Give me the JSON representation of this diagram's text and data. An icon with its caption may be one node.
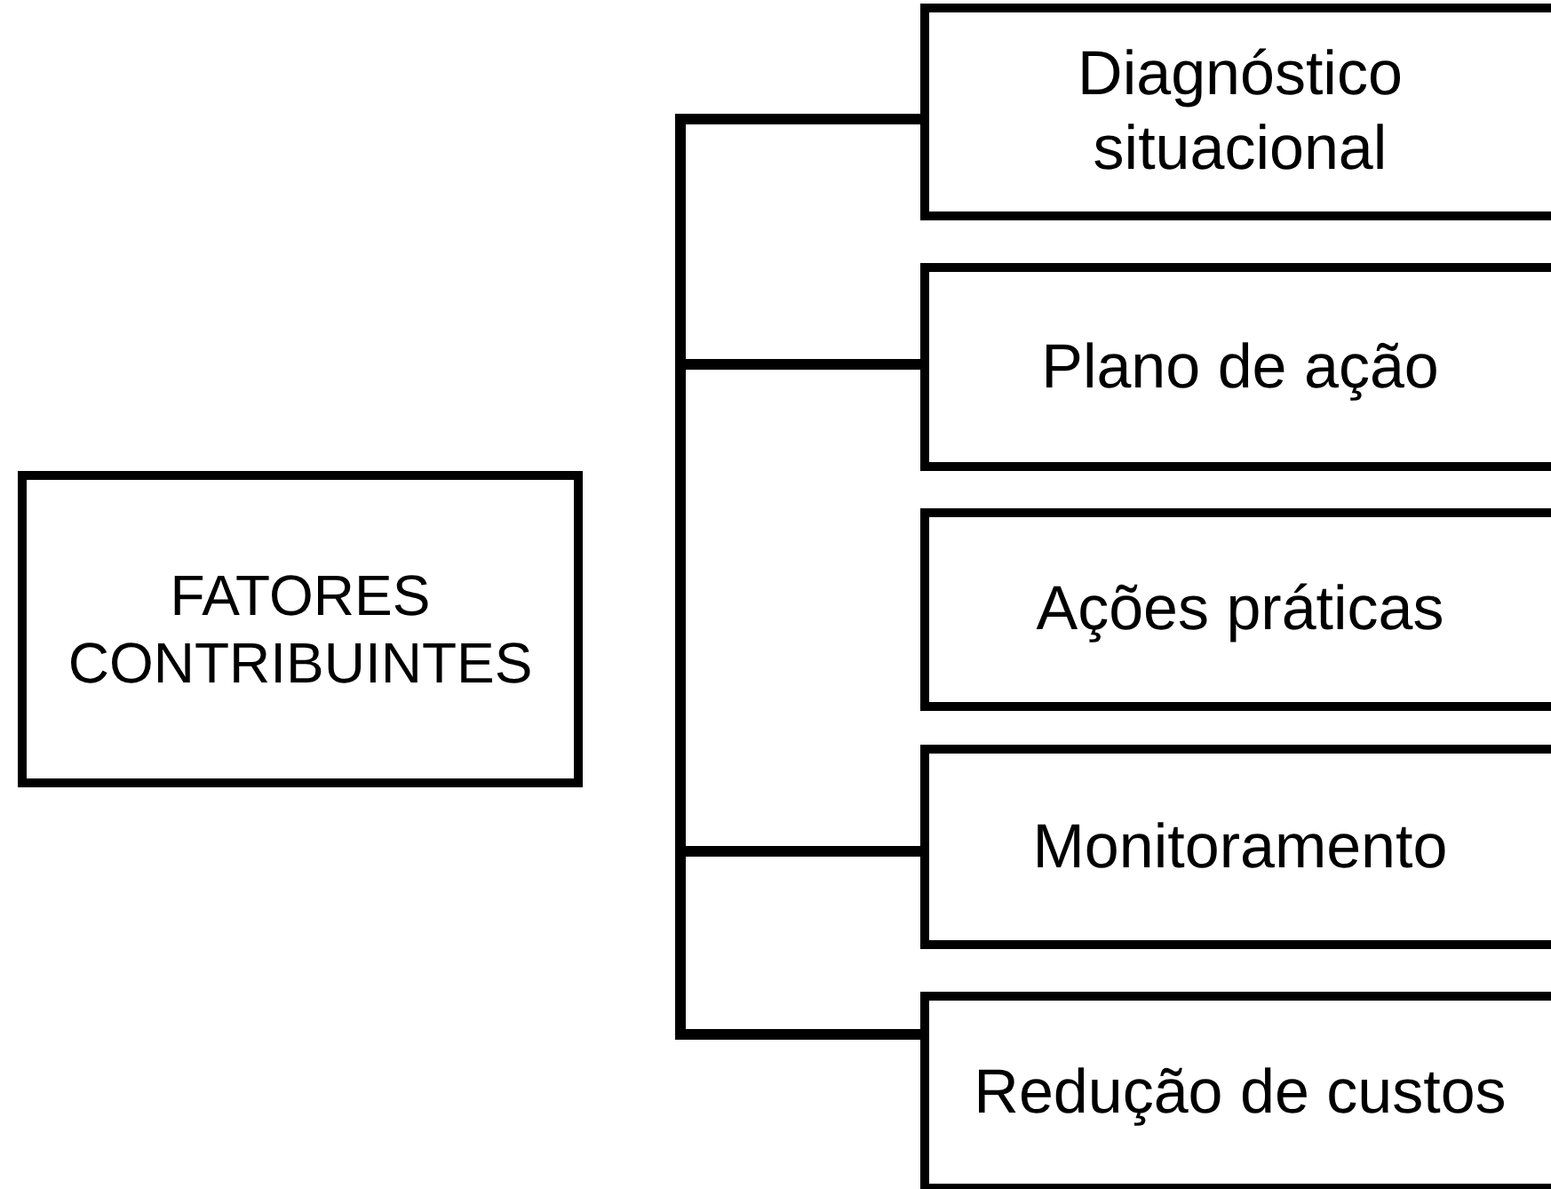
{
  "diagram": {
    "nodes": [
      {
        "text": [
          "FATORES CONTRIBUINTES"
        ]
      },
      {
        "text": [
          "Diagnóstico situacional"
        ]
      },
      {
        "text": [
          "Plano de ação"
        ]
      },
      {
        "text": [
          "Ações práticas"
        ]
      },
      {
        "text": [
          "Monitoramento"
        ]
      },
      {
        "text": [
          "Redução de custos"
        ]
      }
    ],
    "edges": [
      {
        "from": 1,
        "to": 2,
        "arrow": "none"
      },
      {
        "from": 2,
        "to": 4,
        "arrow": "none"
      },
      {
        "from": 4,
        "to": 5,
        "arrow": "none"
      }
    ]
  }
}
